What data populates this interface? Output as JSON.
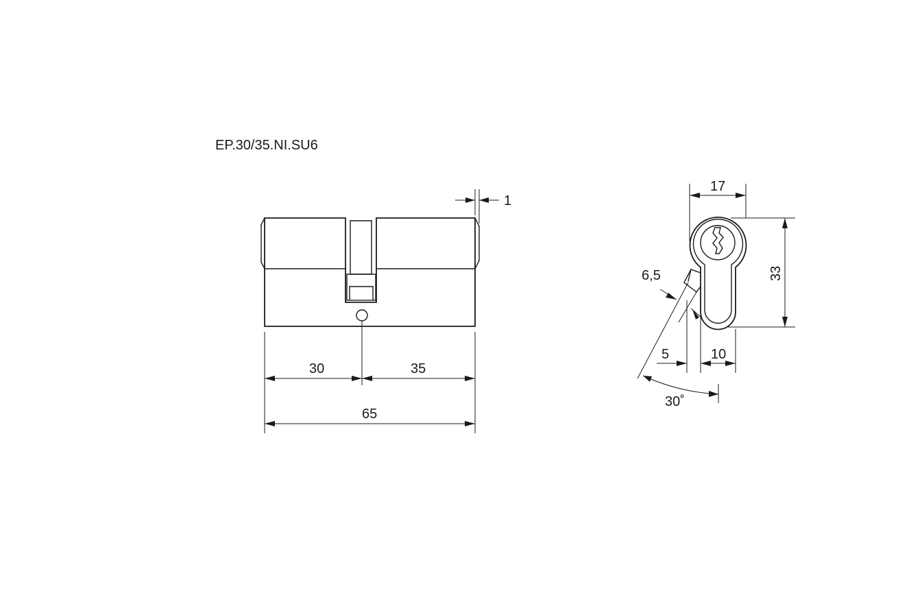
{
  "title": "EP.30/35.NI.SU6",
  "side_view": {
    "dim_gap": "1",
    "dim_left": "30",
    "dim_right": "35",
    "dim_total": "65"
  },
  "end_view": {
    "dim_width": "17",
    "dim_height": "33",
    "dim_cam": "6,5",
    "dim_offset": "5",
    "dim_lower_width": "10",
    "dim_angle": "30˚"
  }
}
